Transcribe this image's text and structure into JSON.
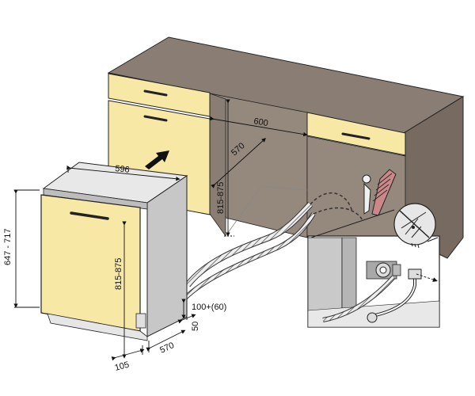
{
  "dimensions": {
    "appliance_width": "596",
    "appliance_height": "647 - 717",
    "appliance_niche_height": "815-875",
    "appliance_depth": "570",
    "toe_kick_offset": "105",
    "plinth_height": "100+(60)",
    "plinth_depth": "50",
    "cabinet_width": "600",
    "cabinet_depth": "570",
    "cabinet_height": "815-875"
  },
  "colors": {
    "countertop": "#8a7d73",
    "countertop_side": "#776a60",
    "front_panel": "#f7e8a6",
    "cabinet_inner": "#95887d",
    "appliance_body": "#d9d9d9",
    "appliance_side": "#c7c7c7",
    "detail_bg": "#c9c9c9",
    "outline": "#222222"
  }
}
